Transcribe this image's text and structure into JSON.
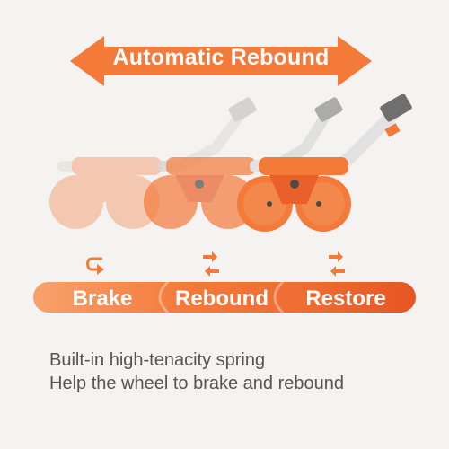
{
  "banner": {
    "label": "Automatic Rebound"
  },
  "stages": {
    "brake": "Brake",
    "rebound": "Rebound",
    "restore": "Restore"
  },
  "icons": {
    "brake": "u-turn-arrow-icon",
    "rebound": "bidirectional-arrows-icon",
    "restore": "bidirectional-arrows-icon"
  },
  "caption": {
    "line1": "Built-in high-tenacity spring",
    "line2": "Help the wheel to brake and rebound"
  },
  "colors": {
    "accent": "#f47a3a",
    "accent_dark": "#e9602a",
    "accent_light": "#f8a16c",
    "background": "#f5f3f1"
  }
}
